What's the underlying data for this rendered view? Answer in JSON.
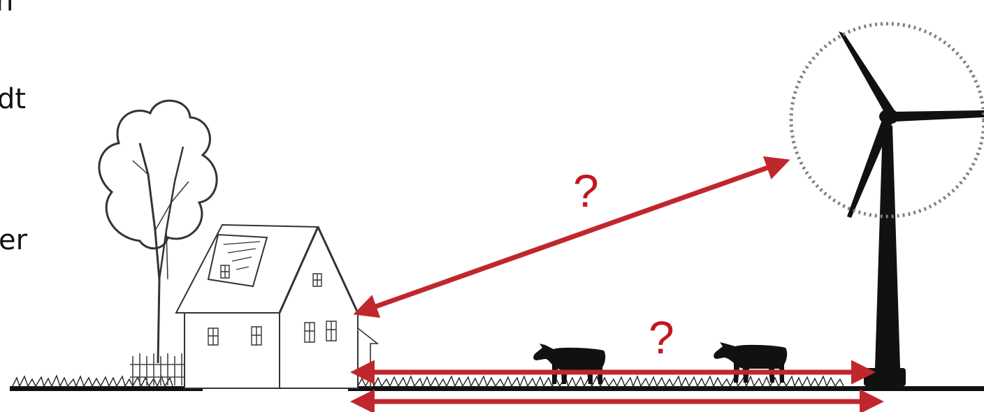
{
  "side_text": [
    "n",
    "dt",
    "er"
  ],
  "distance_labels": {
    "diagonal": "?",
    "ground": "?"
  },
  "colors": {
    "arrow": "#c0272d",
    "question_mark": "#c0181e",
    "rotor_circle": "#808080",
    "silhouette": "#111111"
  },
  "icons": [
    "tree-icon",
    "house-icon",
    "fence-icon",
    "cow-icon",
    "wind-turbine-icon",
    "grass-icon"
  ]
}
